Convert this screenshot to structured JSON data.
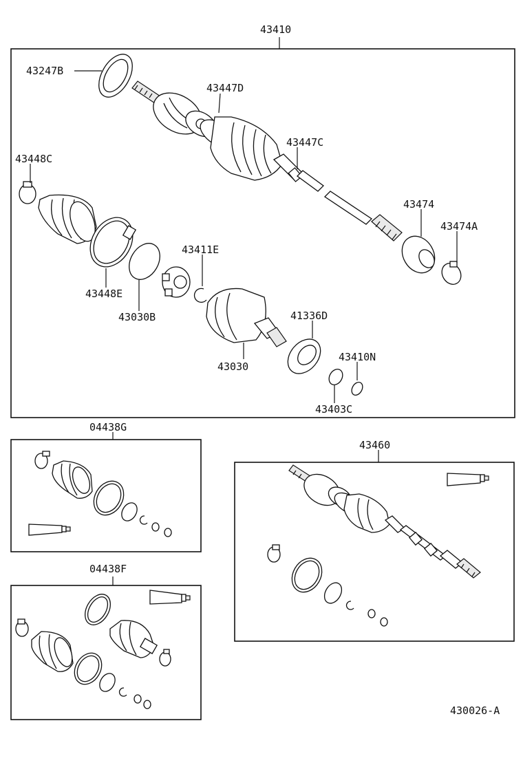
{
  "labels": {
    "assy_main": "43410",
    "p_43247B": "43247B",
    "p_43447D": "43447D",
    "p_43447C": "43447C",
    "p_43448C": "43448C",
    "p_43474": "43474",
    "p_43474A": "43474A",
    "p_43411E": "43411E",
    "p_43448E": "43448E",
    "p_43030B": "43030B",
    "p_41336D": "41336D",
    "p_43410N": "43410N",
    "p_43030": "43030",
    "p_43403C": "43403C",
    "kit_g": "04438G",
    "kit_f": "04438F",
    "assy_alt": "43460",
    "figure_code": "430026-A"
  }
}
